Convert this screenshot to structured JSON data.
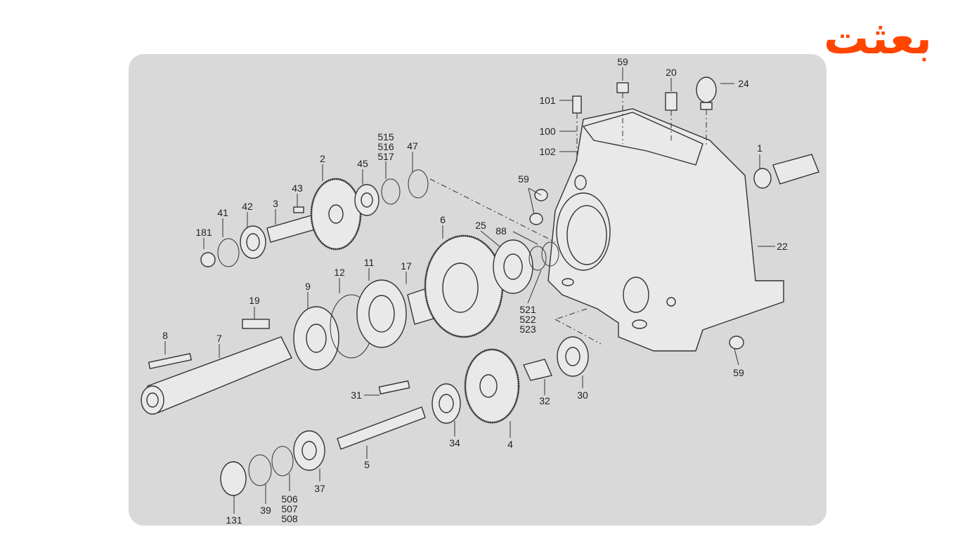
{
  "logo": {
    "text": "بعثت",
    "color": "#ff4500"
  },
  "diagram": {
    "background": "#d9d9d9",
    "callouts": {
      "c59a": "59",
      "c20": "20",
      "c24": "24",
      "c101": "101",
      "c100": "100",
      "c102": "102",
      "c1": "1",
      "c59b": "59",
      "c22": "22",
      "c515": "515",
      "c516": "516",
      "c517": "517",
      "c47": "47",
      "c2": "2",
      "c45": "45",
      "c43": "43",
      "c3": "3",
      "c42": "42",
      "c41": "41",
      "c181": "181",
      "c6": "6",
      "c25": "25",
      "c88": "88",
      "c17": "17",
      "c11": "11",
      "c12": "12",
      "c9": "9",
      "c19": "19",
      "c8": "8",
      "c7": "7",
      "c521": "521",
      "c522": "522",
      "c523": "523",
      "c59c": "59",
      "c31": "31",
      "c32": "32",
      "c30": "30",
      "c34": "34",
      "c4": "4",
      "c5": "5",
      "c37": "37",
      "c506": "506",
      "c507": "507",
      "c508": "508",
      "c39": "39",
      "c131": "131"
    }
  }
}
